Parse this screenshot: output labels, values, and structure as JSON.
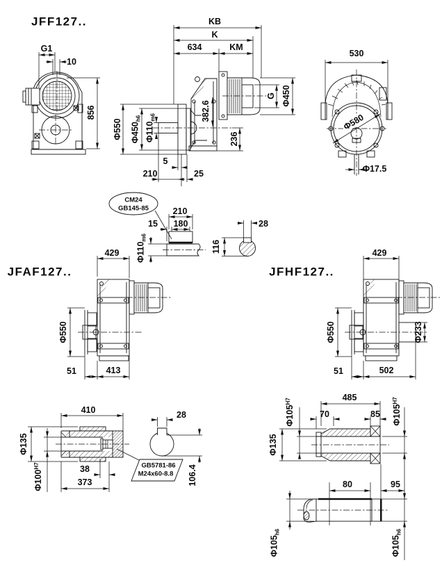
{
  "jff": {
    "title": "JFF127..",
    "g1": "G1",
    "n10": "10",
    "n856": "856",
    "kb": "KB",
    "k": "K",
    "n634": "634",
    "km": "KM",
    "d550": "Φ550",
    "d450": "Φ450",
    "d450_tol": "h6",
    "d110": "Φ110",
    "d110_tol": "m6",
    "n382": "382.6",
    "n236": "236",
    "g": "G",
    "d450r": "Φ450",
    "n5": "5",
    "n210": "210",
    "n25": "25",
    "n530": "530",
    "d580": "Φ580",
    "d175": "Φ17.5"
  },
  "detail": {
    "balloon1": "CM24",
    "balloon2": "GB145-85",
    "n210": "210",
    "n15": "15",
    "n180": "180",
    "d110": "Φ110",
    "d110_tol": "m6",
    "n28": "28",
    "n116": "116"
  },
  "jfaf": {
    "title": "JFAF127..",
    "n429": "429",
    "d550": "Φ550",
    "n51": "51",
    "n413": "413"
  },
  "jfhf": {
    "title": "JFHF127..",
    "n429": "429",
    "d550": "Φ550",
    "d233": "Φ233",
    "n51": "51",
    "n502": "502"
  },
  "shaft_a": {
    "n410": "410",
    "d135": "Φ135",
    "d100": "Φ100",
    "d100_tol": "H7",
    "n38": "38",
    "n373": "373",
    "callout1": "GB5781-86",
    "callout2": "M24x60-8.8",
    "n28": "28",
    "n106": "106.4"
  },
  "shaft_b": {
    "n485": "485",
    "n70": "70",
    "n85": "85",
    "d105tl": "Φ105",
    "d105tl_tol": "H7",
    "d105tr": "Φ105",
    "d105tr_tol": "H7",
    "d135": "Φ135",
    "n80": "80",
    "n95": "95",
    "d105bl": "Φ105",
    "d105bl_tol": "h6",
    "d105br": "Φ105",
    "d105br_tol": "h6"
  }
}
